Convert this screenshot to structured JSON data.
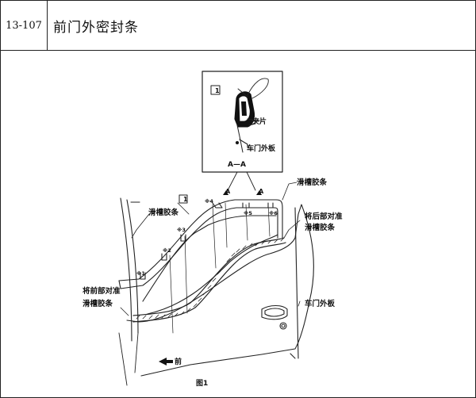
{
  "header": {
    "code": "13-107",
    "title": "前门外密封条"
  },
  "diagram": {
    "detail_marker": "1",
    "detail_section": "A—A",
    "detail_clip": "夹片",
    "detail_outer_panel": "车门外板",
    "callout_main_marker": "1",
    "label_channel_top": "滑槽胶条",
    "label_channel_left": "滑槽胶条",
    "label_rear_align_line1": "将后部对准",
    "label_rear_align_line2": "滑槽胶条",
    "label_front_align_line1": "将前部对准",
    "label_front_align_line2": "滑槽胶条",
    "label_outer_panel": "车门外板",
    "section_mark_a1": "A",
    "section_mark_a2": "A",
    "clip_marks": [
      "※1",
      "※2",
      "※3",
      "※4",
      "※5",
      "※6"
    ],
    "front_label": "前",
    "figure_caption": "图1"
  },
  "colors": {
    "line": "#222222"
  }
}
